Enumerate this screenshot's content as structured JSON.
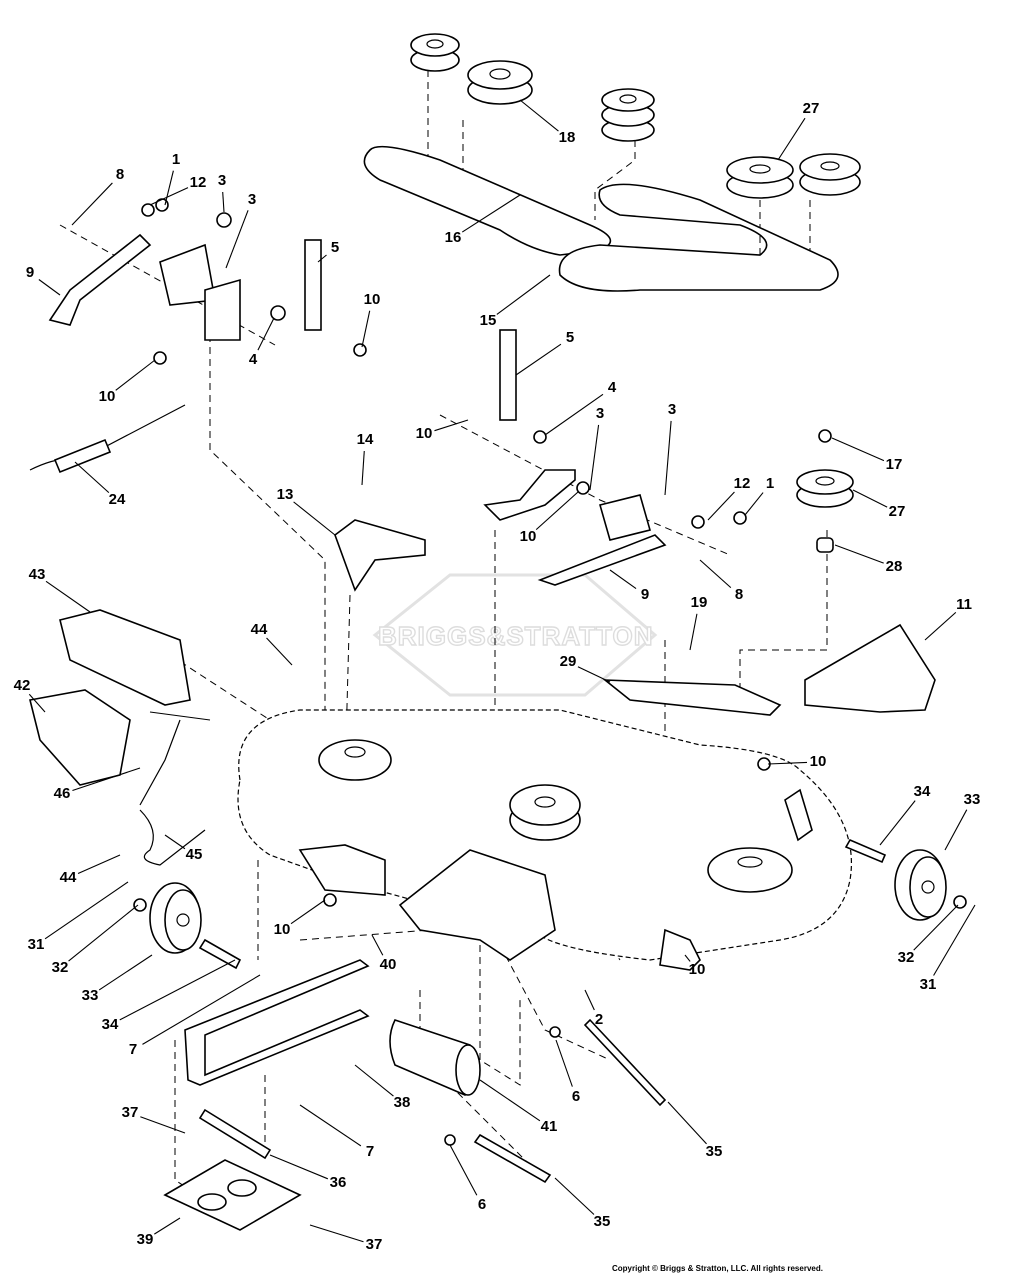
{
  "watermark": "BRIGGS&STRATTON",
  "copyright": "Copyright © Briggs & Stratton, LLC. All rights reserved.",
  "callouts": [
    "1",
    "8",
    "12",
    "3",
    "3",
    "9",
    "5",
    "10",
    "4",
    "10",
    "24",
    "14",
    "13",
    "43",
    "44",
    "42",
    "46",
    "45",
    "44",
    "31",
    "32",
    "33",
    "34",
    "7",
    "10",
    "40",
    "2",
    "6",
    "35",
    "41",
    "38",
    "7",
    "36",
    "37",
    "39",
    "37",
    "6",
    "35",
    "18",
    "27",
    "16",
    "15",
    "5",
    "4",
    "10",
    "3",
    "3",
    "10",
    "12",
    "1",
    "17",
    "27",
    "28",
    "9",
    "8",
    "19",
    "29",
    "11",
    "10",
    "34",
    "33",
    "32",
    "31",
    "10"
  ]
}
